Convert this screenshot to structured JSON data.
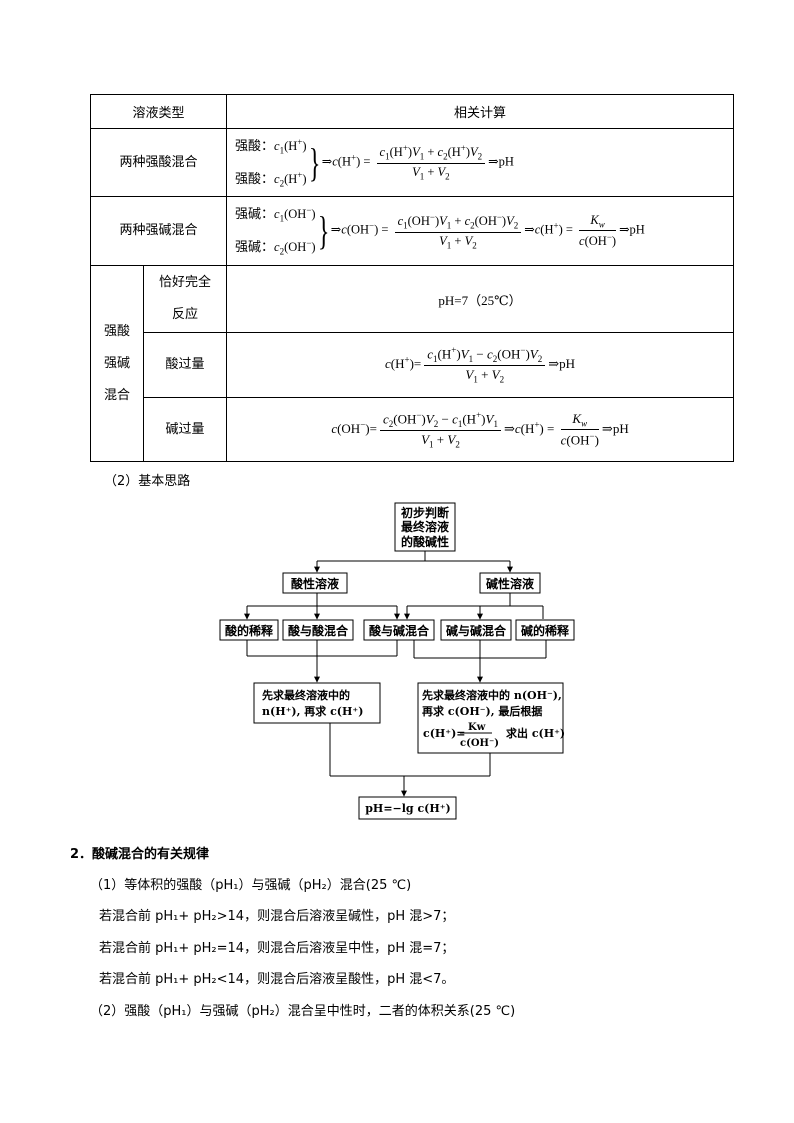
{
  "table": {
    "header": {
      "col1": "溶液类型",
      "col2": "相关计算"
    },
    "row_acid": {
      "label": "两种强酸混合",
      "line1_prefix": "强酸：",
      "line2_prefix": "强酸：",
      "result": "pH"
    },
    "row_base": {
      "label": "两种强碱混合",
      "line1_prefix": "强碱：",
      "line2_prefix": "强碱：",
      "result": "pH"
    },
    "mix": {
      "label_1": "强酸",
      "label_2": "强碱",
      "label_3": "混合",
      "exact": {
        "label_1": "恰好完全",
        "label_2": "反应",
        "formula": "pH=7（25℃）"
      },
      "acid_excess": {
        "label": "酸过量",
        "result": "pH"
      },
      "base_excess": {
        "label": "碱过量",
        "result": "pH"
      }
    }
  },
  "section_thinking": "（2）基本思路",
  "flow": {
    "start_1": "初步判断",
    "start_2": "最终溶液",
    "start_3": "的酸碱性",
    "acidic": "酸性溶液",
    "basic": "碱性溶液",
    "acid_dilute": "酸的稀释",
    "acid_acid": "酸与酸混合",
    "acid_base": "酸与碱混合",
    "base_base": "碱与碱混合",
    "base_dilute": "碱的稀释",
    "left_result_1": "先求最终溶液中的",
    "left_result_2": "n(H⁺), 再求 c(H⁺)",
    "right_result_1": "先求最终溶液中的 n(OH⁻),",
    "right_result_2": "再求 c(OH⁻), 最后根据",
    "right_result_3": "求出 c(H⁺)",
    "final": "pH=−lg c(H⁺)"
  },
  "section2": {
    "heading": "2．酸碱混合的有关规律",
    "p1": "（1）等体积的强酸（pH₁）与强碱（pH₂）混合(25 ℃)",
    "p2": "若混合前 pH₁+ pH₂>14，则混合后溶液呈碱性，pH 混>7；",
    "p3": "若混合前 pH₁+ pH₂=14，则混合后溶液呈中性，pH 混=7；",
    "p4": "若混合前 pH₁+ pH₂<14，则混合后溶液呈酸性，pH 混<7。",
    "p5": "（2）强酸（pH₁）与强碱（pH₂）混合呈中性时，二者的体积关系(25 ℃)"
  }
}
